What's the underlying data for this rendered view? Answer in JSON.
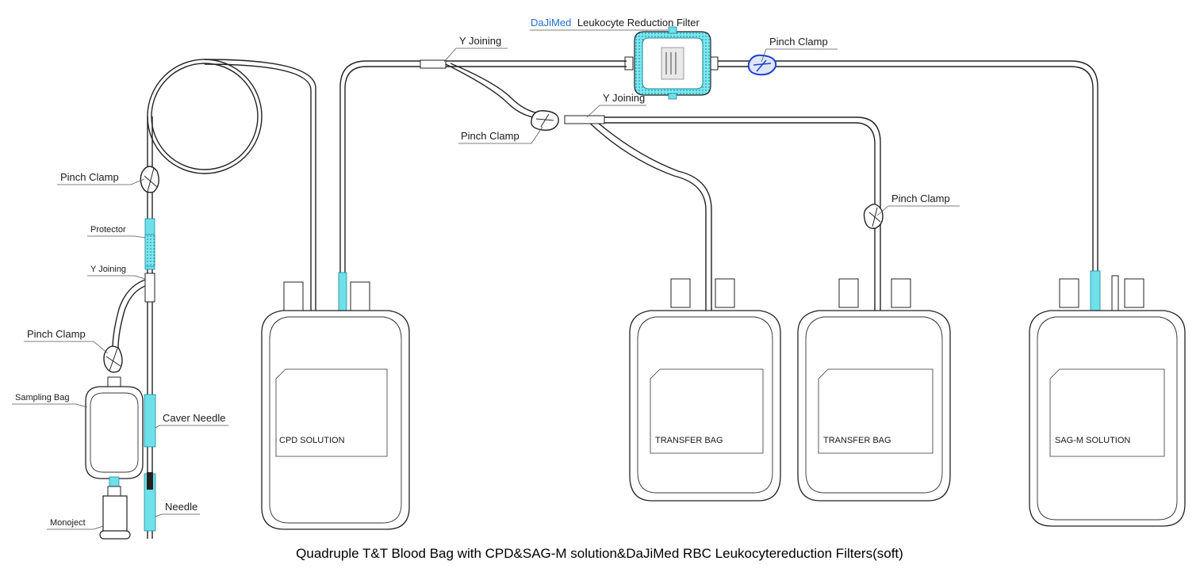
{
  "labels": {
    "filter_brand": "DaJiMed",
    "filter_name": "Leukocyte Reduction Filter",
    "pinch_clamp_top_right": "Pinch Clamp",
    "y_joining_top": "Y Joining",
    "y_joining_mid": "Y Joining",
    "pinch_clamp_mid": "Pinch Clamp",
    "pinch_clamp_right": "Pinch Clamp",
    "pinch_clamp_left": "Pinch Clamp",
    "protector": "Protector",
    "y_joining_left": "Y Joining",
    "pinch_clamp_lower_left": "Pinch Clamp",
    "sampling_bag": "Sampling Bag",
    "caver_needle": "Caver Needle",
    "needle": "Needle",
    "monoject": "Monoject"
  },
  "bags": [
    {
      "label": "CPD SOLUTION"
    },
    {
      "label": "TRANSFER BAG"
    },
    {
      "label": "TRANSFER BAG"
    },
    {
      "label": "SAG-M SOLUTION"
    }
  ],
  "caption": "Quadruple T&T Blood Bag with CPD&SAG-M solution&DaJiMed RBC Leukocytereduction Filters(soft)",
  "colors": {
    "accent_teal": "#6fe0ea",
    "brand_blue": "#1f6fd1",
    "clamp_blue": "#1f3fd1"
  }
}
